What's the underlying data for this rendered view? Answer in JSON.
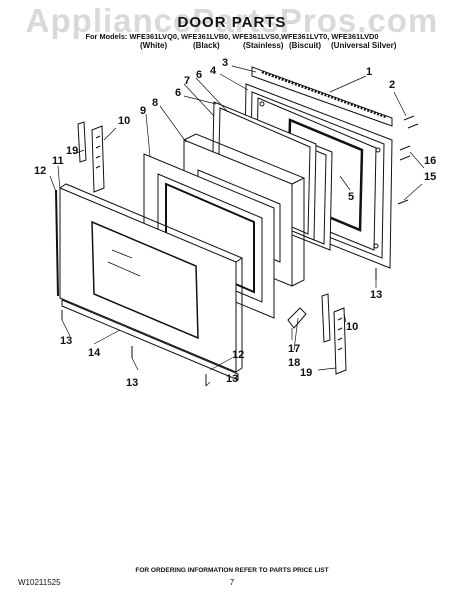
{
  "watermark": "AppliancePartsPros.com",
  "title": "DOOR PARTS",
  "models_line": "For Models: WFE361LVQ0, WFE361LVB0, WFE361LVS0,WFE361LVT0, WFE361LVD0",
  "colors": [
    "(White)",
    "(Black)",
    "(Stainless)",
    "(Biscuit)",
    "(Universal Silver)"
  ],
  "callouts": [
    "1",
    "2",
    "3",
    "4",
    "5",
    "6",
    "6",
    "7",
    "8",
    "9",
    "10",
    "10",
    "11",
    "12",
    "12",
    "13",
    "13",
    "13",
    "13",
    "14",
    "15",
    "16",
    "17",
    "18",
    "19",
    "19"
  ],
  "footer": {
    "doc_number": "W10211525",
    "note": "FOR ORDERING INFORMATION REFER TO PARTS PRICE LIST",
    "page": "7"
  }
}
